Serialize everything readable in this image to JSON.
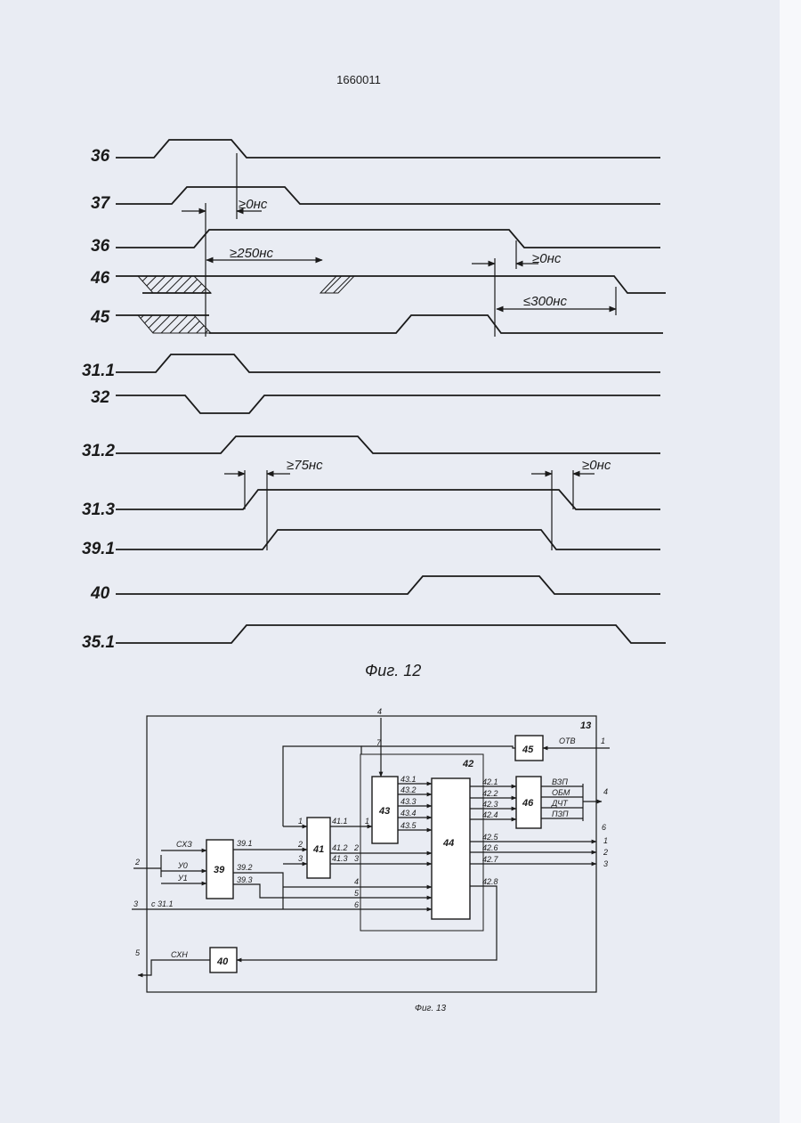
{
  "document": {
    "patent_number": "1660011"
  },
  "figure12": {
    "caption": "Фиг. 12",
    "trace_labels": [
      "36",
      "37",
      "36",
      "46",
      "45",
      "31.1",
      "32",
      "31.2",
      "31.3",
      "39.1",
      "40",
      "35.1"
    ],
    "timing_annotations": [
      "≥0нс",
      "≥250нс",
      "≥0нс",
      "≤300нс",
      "≥75нс",
      "≥0нс"
    ]
  },
  "figure13": {
    "caption": "Фиг. 13",
    "blocks": [
      "39",
      "40",
      "41",
      "43",
      "44",
      "45",
      "46"
    ],
    "outer_number": "13",
    "inner_number": "42",
    "terminals": [
      "1",
      "2",
      "3",
      "4",
      "5",
      "6",
      "7"
    ],
    "signal_labels": {
      "ckz": "СХЗ",
      "u0": "У0",
      "u1": "У1",
      "s391": "39.1",
      "s392": "39.2",
      "s393": "39.3",
      "s311": "с 31.1",
      "ckh": "СХН",
      "otv": "ОТВ",
      "four_top": "4",
      "s411": "41.1",
      "s412": "41.2",
      "s413": "41.3",
      "in1": "1",
      "in2": "2",
      "in3": "3",
      "s431": "43.1",
      "s432": "43.2",
      "s433": "43.3",
      "s434": "43.4",
      "s435": "43.5",
      "s421": "42.1",
      "s422": "42.2",
      "s423": "42.3",
      "s424": "42.4",
      "s425": "42.5",
      "s426": "42.6",
      "s427": "42.7",
      "s428": "42.8",
      "vzp": "ВЗП",
      "obm": "ОБМ",
      "dcht": "ДЧТ",
      "pzp": "ПЗП",
      "p1": "1",
      "p2": "2",
      "p3": "3",
      "p4": "4",
      "p5": "5",
      "p6": "6",
      "o1": "1",
      "o2": "2",
      "o3": "3"
    }
  }
}
